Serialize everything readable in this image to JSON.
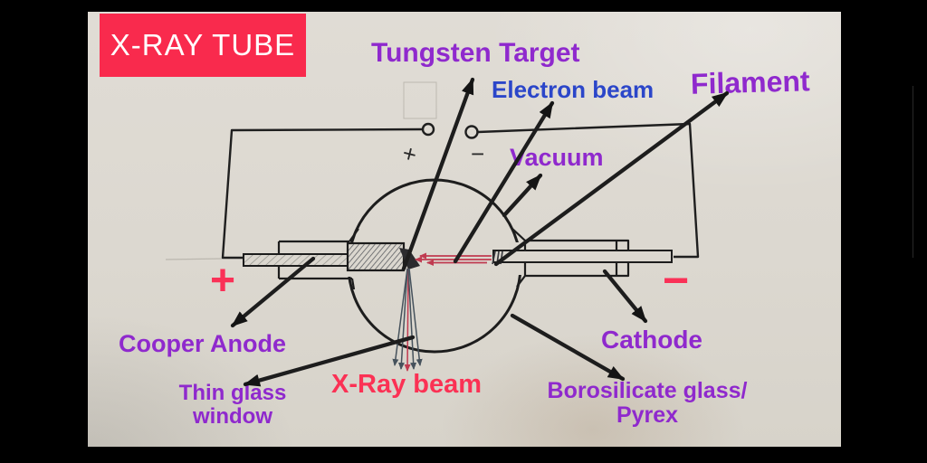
{
  "window": {
    "badge": "X-RAY TUBE"
  },
  "labels": {
    "tungsten_target": "Tungsten Target",
    "electron_beam": "Electron beam",
    "filament": "Filament",
    "vacuum": "Vacuum",
    "cooper_anode": "Cooper Anode",
    "thin_glass_line1": "Thin glass",
    "thin_glass_line2": "window",
    "x_ray_beam": "X-Ray beam",
    "cathode": "Cathode",
    "borosilicate_line1": "Borosilicate glass/",
    "borosilicate_line2": "Pyrex"
  },
  "symbols": {
    "anode_polarity": "+",
    "cathode_polarity": "−",
    "terminal_positive": "+",
    "terminal_negative": "−"
  },
  "colors": {
    "badge_bg": "#f92a4d",
    "label_purple": "#8f29cd",
    "label_blue": "#2b46c9",
    "label_red": "#fb3154",
    "polarity_red": "#fa3157",
    "ink": "#1d1d1d",
    "paper": "#dcd8d0",
    "electron_beam_red": "#c03a50",
    "xray_fan_gray": "#46525c"
  }
}
